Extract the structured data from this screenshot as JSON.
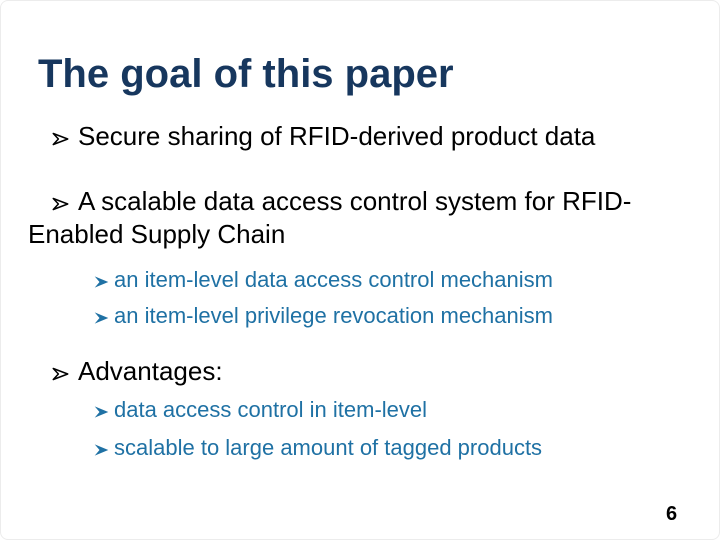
{
  "slide": {
    "title": "The goal of this paper",
    "page_number": "6",
    "bullet_glyph": "➢",
    "bullets": [
      {
        "level": 1,
        "lines": [
          "Secure sharing of RFID-derived product data"
        ]
      },
      {
        "level": 1,
        "lines": [
          "A scalable data access control system for RFID-",
          "Enabled Supply Chain"
        ]
      },
      {
        "level": 2,
        "lines": [
          "an item-level data access control mechanism"
        ]
      },
      {
        "level": 2,
        "lines": [
          "an item-level privilege revocation mechanism"
        ]
      },
      {
        "level": 1,
        "lines": [
          "Advantages:"
        ]
      },
      {
        "level": 2,
        "lines": [
          "data access control in item-level"
        ]
      },
      {
        "level": 2,
        "lines": [
          "scalable to large amount of tagged products"
        ]
      }
    ]
  },
  "colors": {
    "title_text": "#17375E",
    "body_text": "#000000",
    "accent_text": "#1F71A4",
    "slide_border": "#ECECEC",
    "background": "#FFFFFF"
  }
}
